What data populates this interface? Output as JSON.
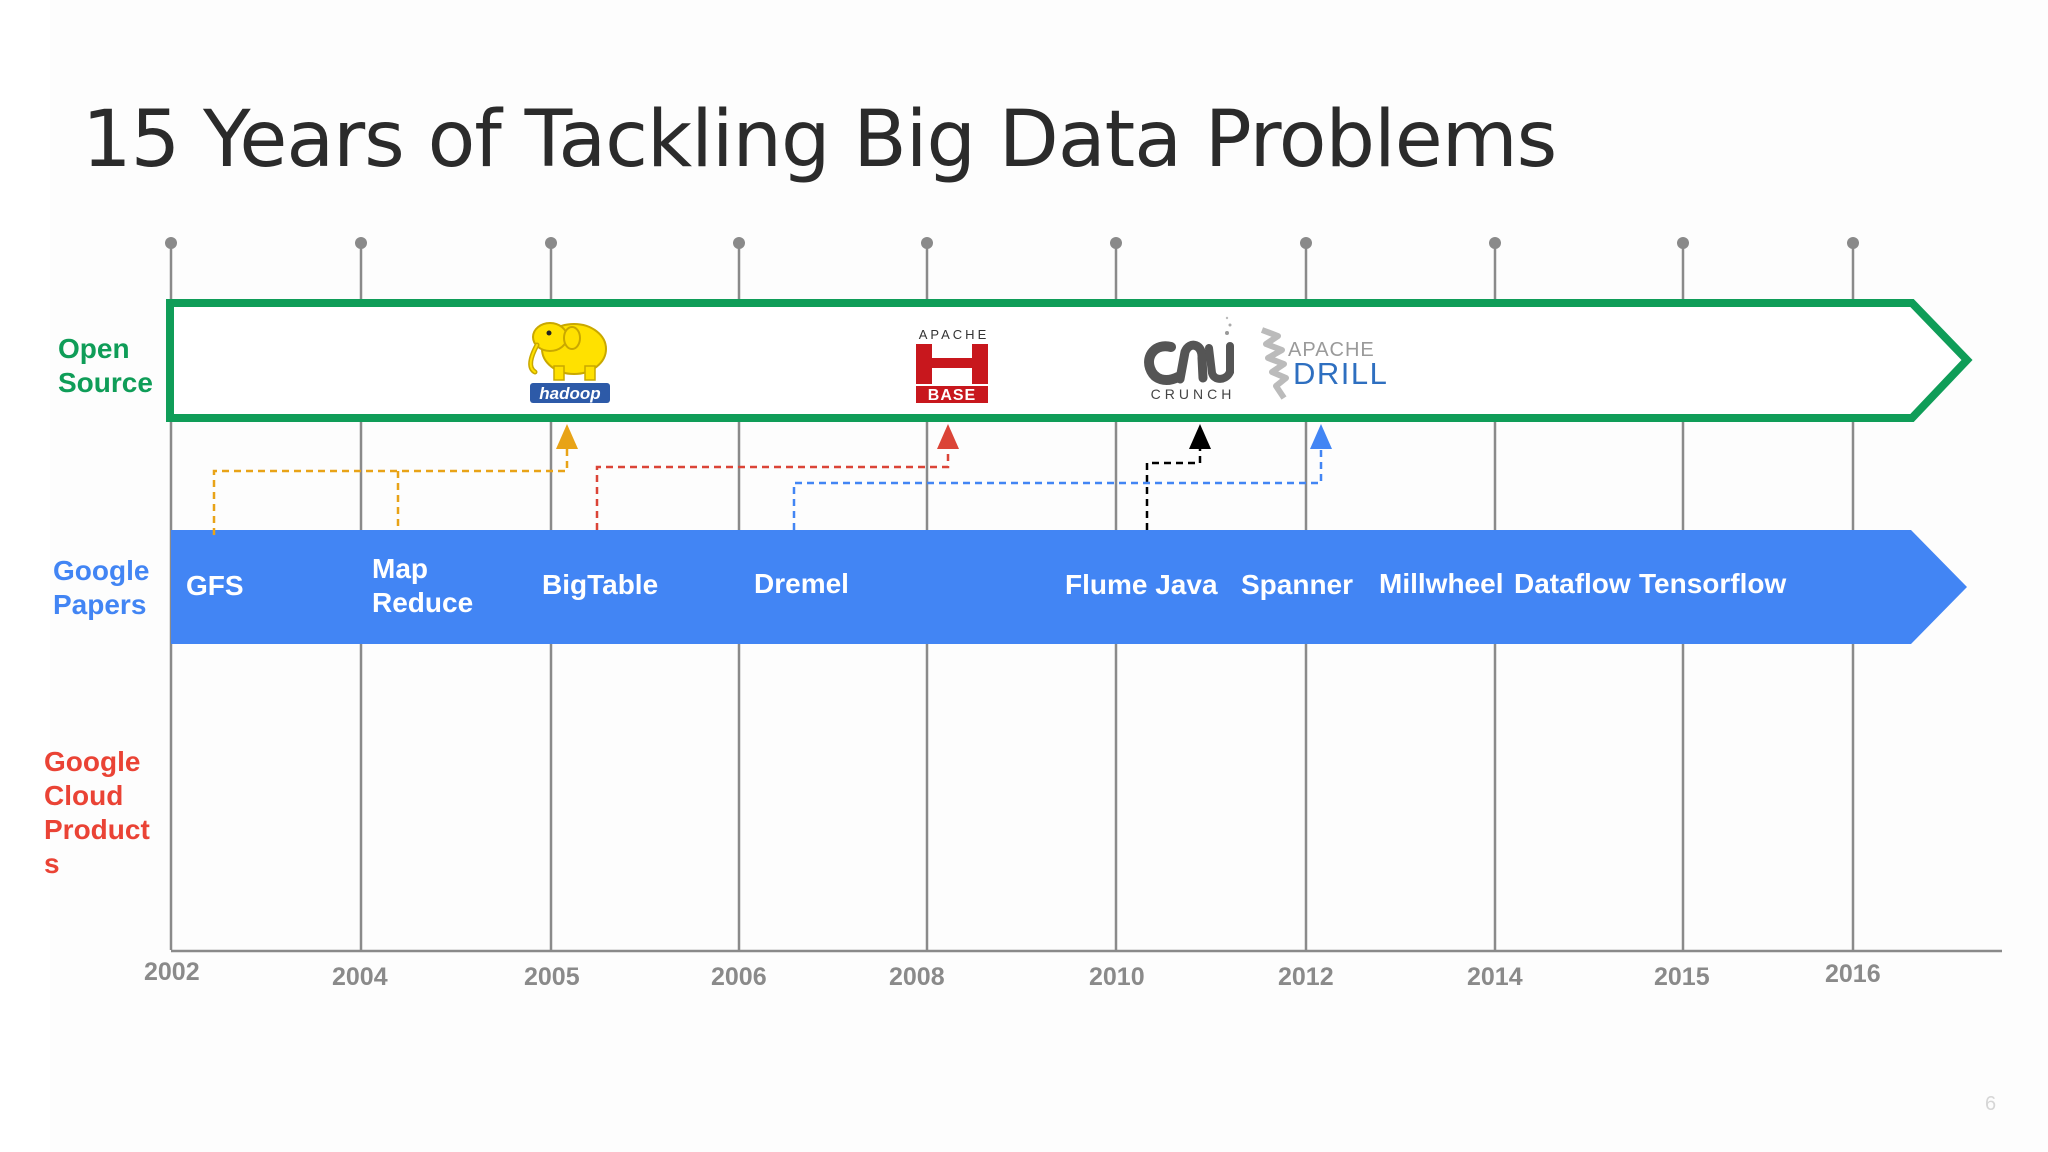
{
  "title": "15 Years of Tackling Big Data Problems",
  "rows": {
    "open_source": [
      "Open",
      "Source"
    ],
    "google_papers": [
      "Google",
      "Papers"
    ],
    "google_cloud": [
      "Google",
      "Cloud",
      "Product",
      "s"
    ]
  },
  "years": [
    "2002",
    "2004",
    "2005",
    "2006",
    "2008",
    "2010",
    "2012",
    "2014",
    "2015",
    "2016"
  ],
  "papers": {
    "gfs": "GFS",
    "mapreduce": [
      "Map",
      "Reduce"
    ],
    "bigtable": "BigTable",
    "dremel": "Dremel",
    "flumejava": "Flume Java",
    "spanner": "Spanner",
    "millwheel": "Millwheel",
    "dataflow": "Dataflow",
    "tensorflow": "Tensorflow"
  },
  "open_source_projects": {
    "hadoop": "hadoop",
    "hbase_top": "APACHE",
    "hbase_bottom": "BASE",
    "crunch": "CRUNCH",
    "drill_top": "APACHE",
    "drill_bottom": "DRILL"
  },
  "page_number": "6",
  "colors": {
    "open_source": "#0f9d58",
    "google_papers": "#4285f4",
    "google_cloud": "#ea4335",
    "mapreduce_link": "#e8a317",
    "bigtable_link": "#db4437",
    "flume_link": "#000000",
    "dremel_link": "#4285f4",
    "axis": "#8a8a8a"
  }
}
